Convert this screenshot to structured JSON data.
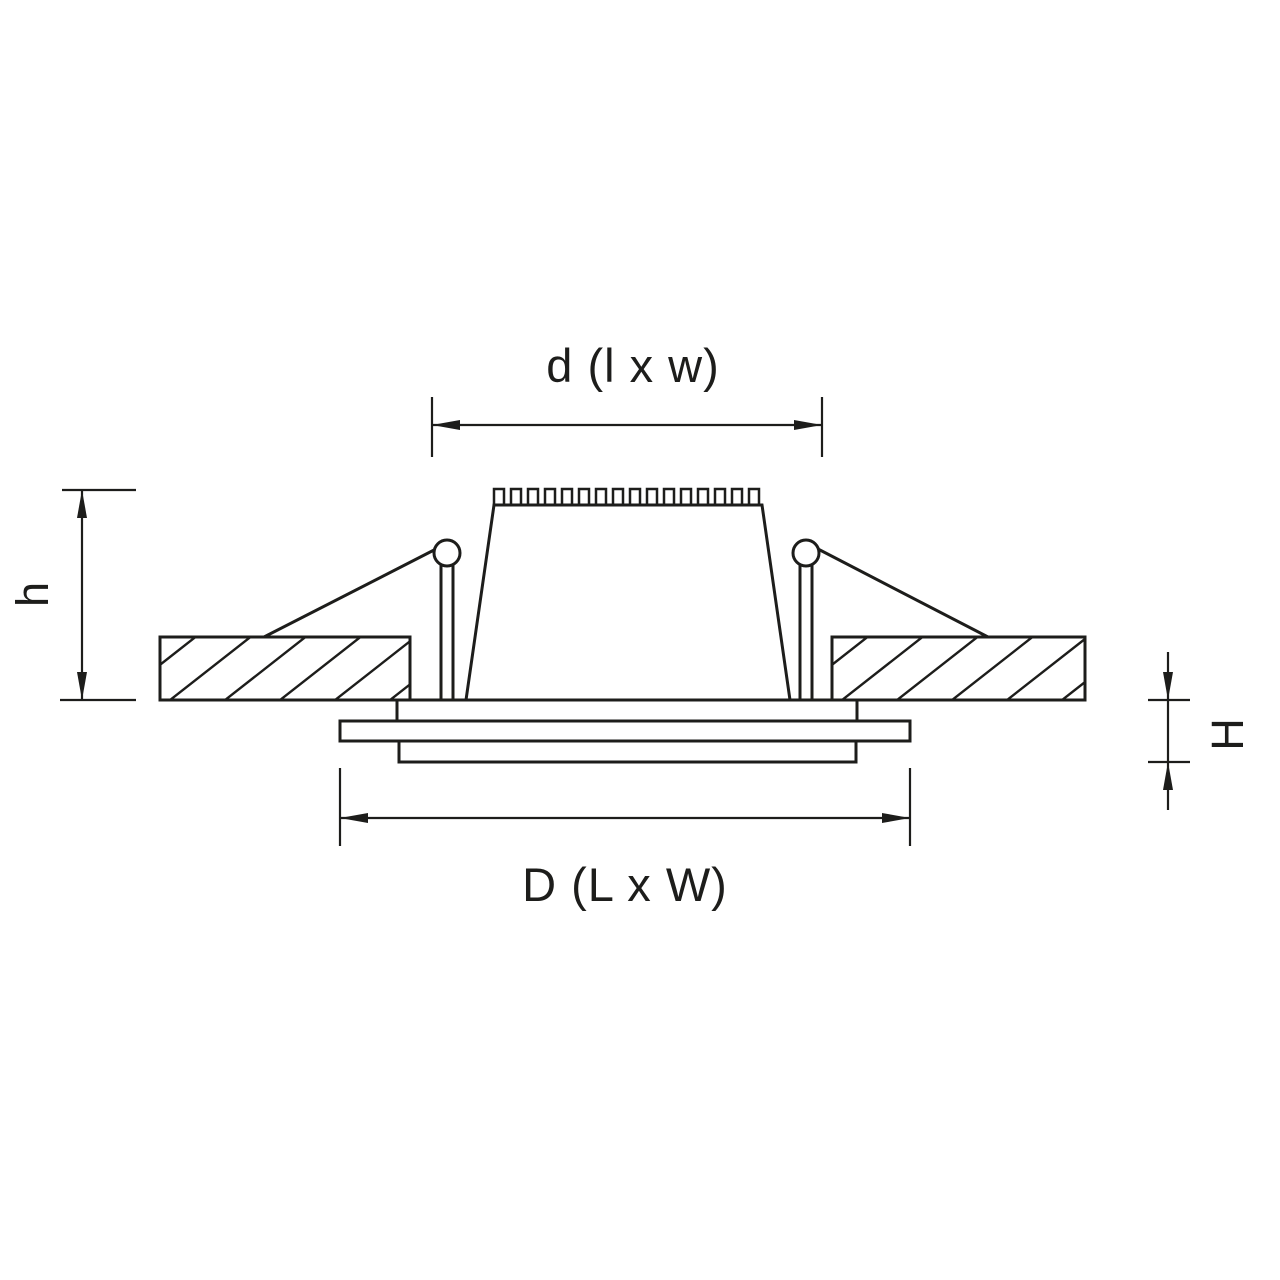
{
  "diagram": {
    "labels": {
      "top_dimension": "d (l x w)",
      "left_dimension": "h",
      "right_dimension": "H",
      "bottom_dimension": "D (L x W)"
    },
    "colors": {
      "line": "#1d1d1b",
      "background": "#ffffff"
    }
  }
}
